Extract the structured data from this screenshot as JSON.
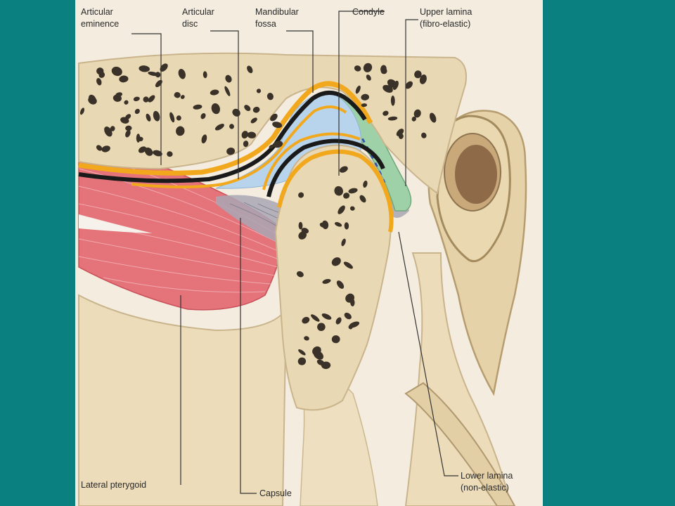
{
  "colors": {
    "background": "#0a8080",
    "page": "#f3ecdf",
    "bone": "#e9d8b4",
    "bone_outline": "#c9b48c",
    "pore": "#3a3228",
    "cartilage": "#f2a81c",
    "disc_black": "#1a1a1a",
    "synovial": "#b8d4ec",
    "fibro_elastic": "#9fd1a8",
    "muscle": "#e5737a",
    "capsule": "#a9a7b4",
    "leader": "#333333"
  },
  "labels": {
    "articular_eminence": [
      "Articular",
      "eminence"
    ],
    "articular_disc": [
      "Articular",
      "disc"
    ],
    "mandibular_fossa": [
      "Mandibular",
      "fossa"
    ],
    "condyle": [
      "Condyle"
    ],
    "upper_lamina": [
      "Upper lamina",
      "(fibro-elastic)"
    ],
    "lateral_pterygoid": [
      "Lateral pterygoid"
    ],
    "capsule": [
      "Capsule"
    ],
    "lower_lamina": [
      "Lower lamina",
      "(non-elastic)"
    ]
  }
}
